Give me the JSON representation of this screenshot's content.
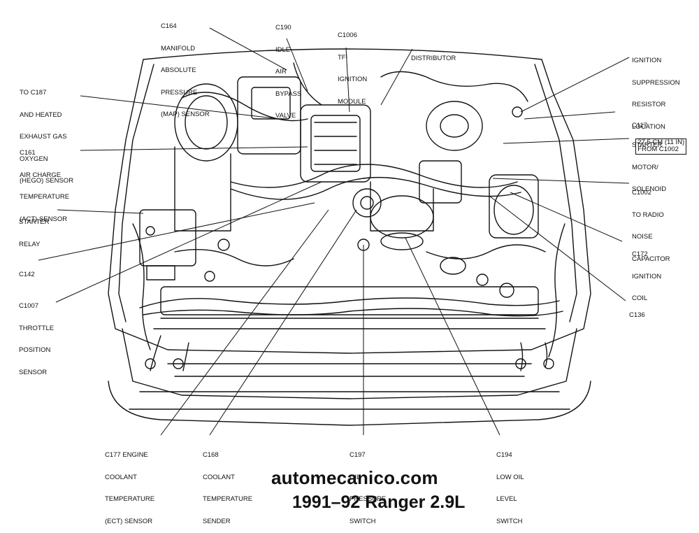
{
  "labels": {
    "c164": [
      "C164",
      "MANIFOLD",
      "ABSOLUTE",
      "PRESSURE",
      "(MAP) SENSOR"
    ],
    "c190": [
      "C190",
      "IDLE",
      "AIR",
      "BYPASS",
      "VALVE"
    ],
    "c1006": [
      "C1006",
      "TFI",
      "IGNITION",
      "MODULE"
    ],
    "distributor": [
      "DISTRIBUTOR"
    ],
    "ign_supp": [
      "IGNITION",
      "SUPPRESSION",
      "RESISTOR",
      "LOCATION"
    ],
    "ign_supp_box": [
      "27.5 CM (11 IN)",
      "FROM C1002"
    ],
    "c187": [
      "TO C187",
      "AND HEATED",
      "EXHAUST GAS",
      "OXYGEN",
      "(HEGO) SENSOR"
    ],
    "c117": [
      "C117"
    ],
    "c161": [
      "C161",
      "AIR CHARGE",
      "TEMPERATURE",
      "(ACT) SENSOR"
    ],
    "starter_motor": [
      "STARTER",
      "MOTOR/",
      "SOLENOID"
    ],
    "c1002": [
      "C1002",
      "TO RADIO",
      "NOISE",
      "CAPACITOR"
    ],
    "starter_relay": [
      "STARTER",
      "RELAY"
    ],
    "c172": [
      "C172",
      "IGNITION",
      "COIL"
    ],
    "c142": [
      "C142"
    ],
    "c1007": [
      "C1007",
      "THROTTLE",
      "POSITION",
      "SENSOR"
    ],
    "c136": [
      "C136"
    ],
    "c177": [
      "C177 ENGINE",
      "COOLANT",
      "TEMPERATURE",
      "(ECT) SENSOR"
    ],
    "c168": [
      "C168",
      "COOLANT",
      "TEMPERATURE",
      "SENDER"
    ],
    "c197": [
      "C197",
      "OIL",
      "PRESSURE",
      "SWITCH"
    ],
    "c194": [
      "C194",
      "LOW OIL",
      "LEVEL",
      "SWITCH"
    ]
  },
  "watermark": "automecanico.com",
  "caption": "1991–92 Ranger 2.9L"
}
